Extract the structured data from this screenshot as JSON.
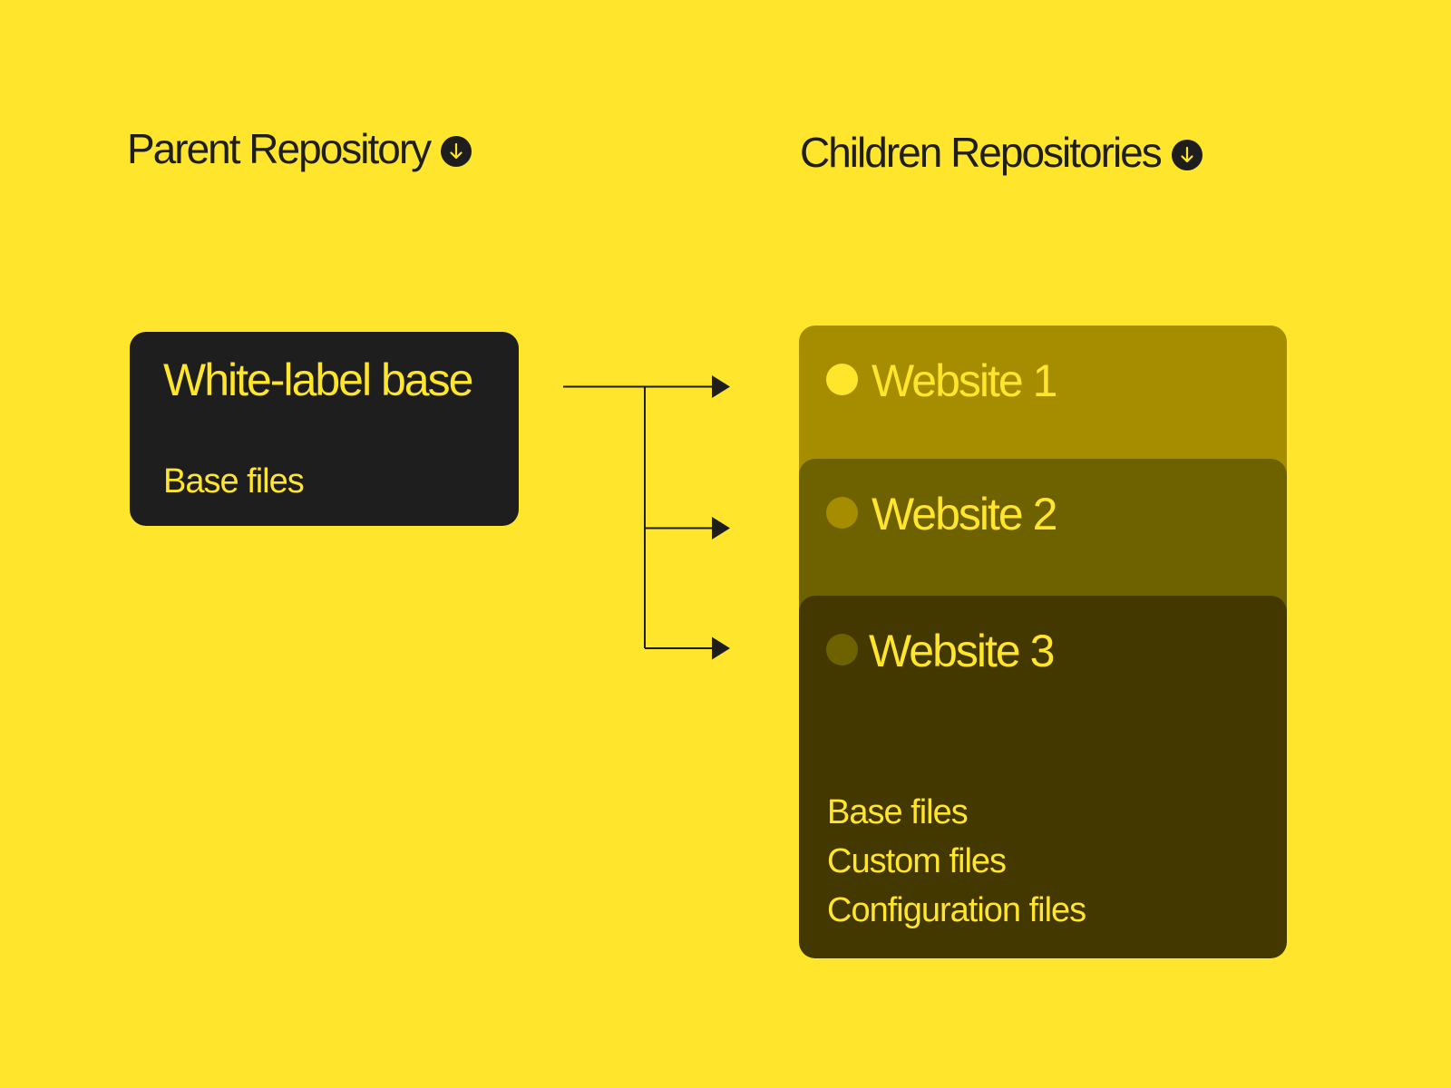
{
  "colors": {
    "background": "#FFE52C",
    "dark": "#1E1E1E",
    "child_1": "#A68D00",
    "child_2": "#6E6100",
    "child_3": "#433800"
  },
  "headings": {
    "parent": "Parent Repository",
    "parent_icon": "arrow-down-circle-icon",
    "children": "Children Repositories",
    "children_icon": "arrow-down-circle-icon"
  },
  "parent": {
    "title": "White-label base",
    "subtitle": "Base files"
  },
  "children": [
    {
      "title": "Website 1"
    },
    {
      "title": "Website 2"
    },
    {
      "title": "Website 3",
      "files": [
        "Base files",
        "Custom files",
        "Configuration files"
      ]
    }
  ]
}
